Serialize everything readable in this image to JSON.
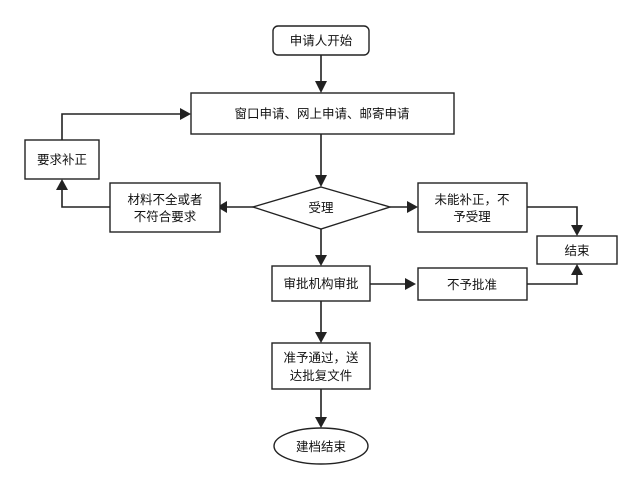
{
  "nodes": {
    "start": "申请人开始",
    "apply": "窗口申请、网上申请、邮寄申请",
    "accept": "受理",
    "incomplete": [
      "材料不全或者",
      "不符合要求"
    ],
    "supplement": "要求补正",
    "cannot_supplement": [
      "未能补正，不",
      "予受理"
    ],
    "end": "结束",
    "review": "审批机构审批",
    "reject": "不予批准",
    "approve": [
      "准予通过，送",
      "达批复文件"
    ],
    "archive": "建档结束"
  }
}
